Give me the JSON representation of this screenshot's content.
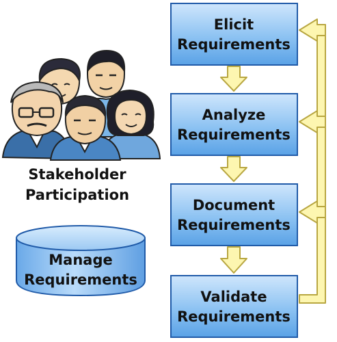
{
  "process_steps": [
    {
      "line1": "Elicit",
      "line2": "Requirements"
    },
    {
      "line1": "Analyze",
      "line2": "Requirements"
    },
    {
      "line1": "Document",
      "line2": "Requirements"
    },
    {
      "line1": "Validate",
      "line2": "Requirements"
    }
  ],
  "stakeholders": {
    "line1": "Stakeholder",
    "line2": "Participation",
    "icon": "people-group-icon"
  },
  "manage": {
    "line1": "Manage",
    "line2": "Requirements",
    "icon": "database-cylinder-icon"
  },
  "colors": {
    "box_fill_top": "#c9e2fb",
    "box_fill_bottom": "#6fb0ec",
    "box_border": "#1f5aa8",
    "arrow_fill": "#fdf6b0",
    "arrow_stroke": "#b8a640",
    "text": "#111111"
  }
}
